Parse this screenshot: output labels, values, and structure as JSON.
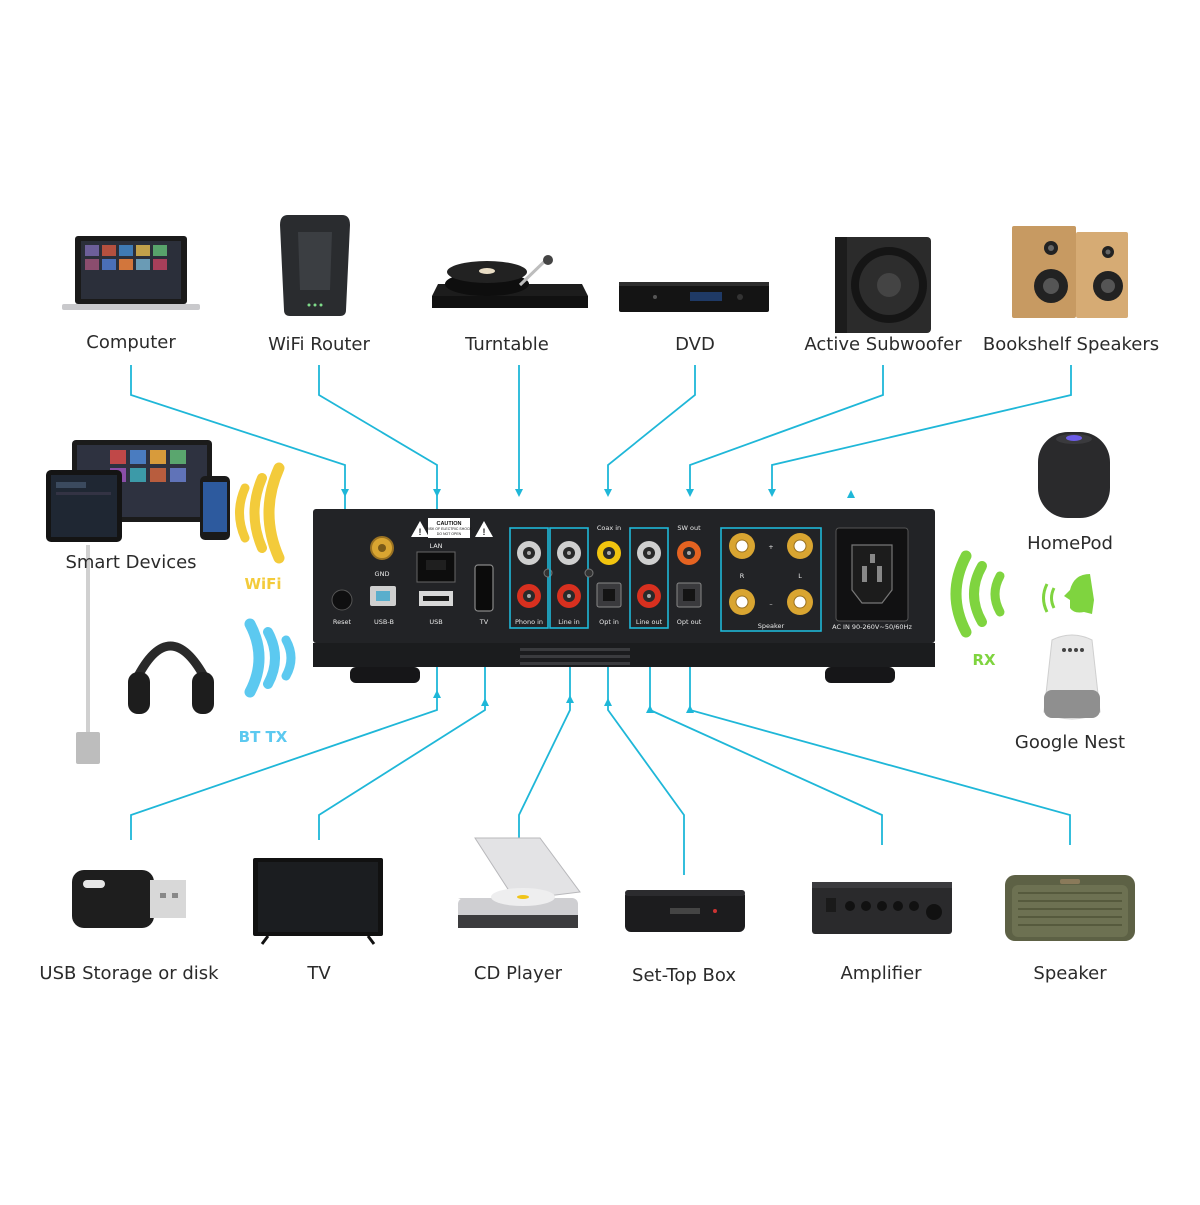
{
  "devices": {
    "computer": "Computer",
    "wifi_router": "WiFi Router",
    "turntable": "Turntable",
    "dvd": "DVD",
    "active_subwoofer": "Active Subwoofer",
    "bookshelf_speakers": "Bookshelf Speakers",
    "smart_devices": "Smart Devices",
    "homepod": "HomePod",
    "google_nest": "Google Nest",
    "usb_storage": "USB Storage or disk",
    "tv": "TV",
    "cd_player": "CD Player",
    "set_top_box": "Set-Top Box",
    "amplifier": "Amplifier",
    "speaker": "Speaker"
  },
  "wireless": {
    "wifi": "WiFi",
    "bt_tx": "BT TX",
    "rx": "RX"
  },
  "panel": {
    "gnd": "GND",
    "lan": "LAN",
    "reset": "Reset",
    "usb_b": "USB-B",
    "usb": "USB",
    "tv": "TV",
    "phono_in": "Phono in",
    "line_in": "Line in",
    "coax_in": "Coax in",
    "opt_in": "Opt in",
    "sw_out": "SW out",
    "line_out": "Line out",
    "opt_out": "Opt out",
    "speaker": "Speaker",
    "r": "R",
    "l": "L",
    "plus": "+",
    "minus": "–",
    "ac_in": "AC IN 90-260V~50/60Hz",
    "caution": "CAUTION",
    "caution_line1": "RISK OF ELECTRIC SHOCK",
    "caution_line2": "DO NOT OPEN"
  },
  "colors": {
    "line": "#1fb7d8",
    "wifi": "#f3cb3b",
    "bt": "#5cc9f0",
    "rx": "#7fd43f",
    "gold": "#d9a531",
    "red": "#d8301f",
    "yellow": "#f1c40f",
    "orange": "#e56321",
    "chassis": "#222326"
  }
}
